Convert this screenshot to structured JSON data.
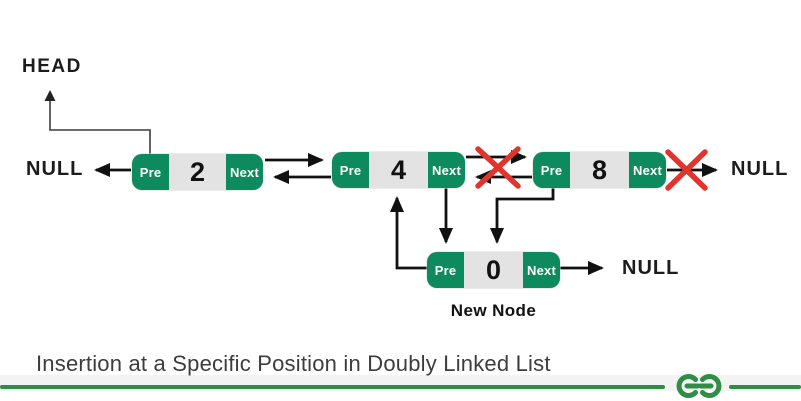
{
  "diagram": {
    "head_label": "HEAD",
    "null_left": "NULL",
    "null_right": "NULL",
    "null_new_node": "NULL",
    "new_node_caption": "New Node",
    "nodes": [
      {
        "id": "node-2",
        "pre_label": "Pre",
        "value": "2",
        "next_label": "Next"
      },
      {
        "id": "node-4",
        "pre_label": "Pre",
        "value": "4",
        "next_label": "Next"
      },
      {
        "id": "node-8",
        "pre_label": "Pre",
        "value": "8",
        "next_label": "Next"
      },
      {
        "id": "new-node",
        "pre_label": "Pre",
        "value": "0",
        "next_label": "Next"
      }
    ],
    "broken_links": [
      "link between node 4 and node 8",
      "link between node 8 and NULL"
    ]
  },
  "caption": {
    "title": "Insertion at a Specific Position in Doubly Linked List"
  },
  "branding": {
    "logo": "geeksforgeeks-logo"
  },
  "colors": {
    "node_green": "#0e8a5f",
    "rule_green": "#2f8d46",
    "value_bg": "#e3e3e3",
    "cross_red": "#e0342c",
    "arrow_black": "#111111"
  }
}
